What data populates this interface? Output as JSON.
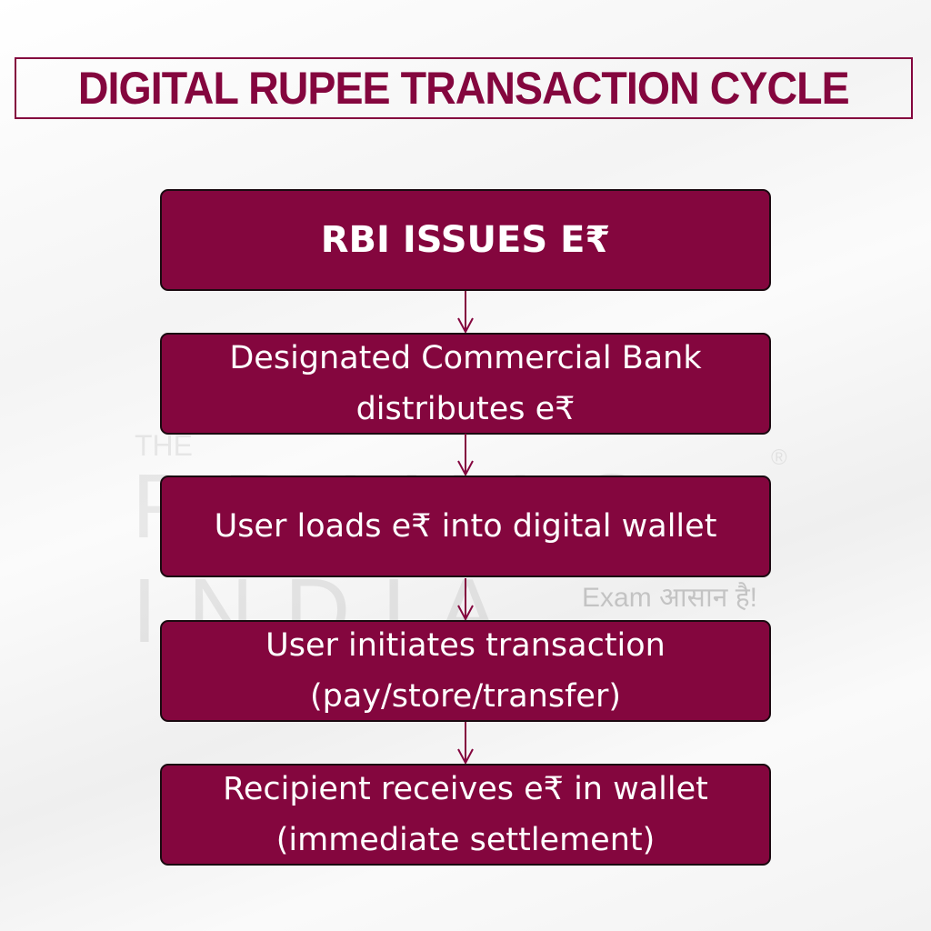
{
  "title": "DIGITAL RUPEE TRANSACTION CYCLE",
  "watermark": {
    "the": "THE",
    "brand": "PRAYAS INDIA",
    "registered": "®",
    "tagline": "Exam आसान है!"
  },
  "steps": [
    {
      "lines": [
        "RBI ISSUES E₹"
      ]
    },
    {
      "lines": [
        "Designated Commercial Bank",
        "distributes e₹"
      ]
    },
    {
      "lines": [
        "User loads e₹ into digital wallet"
      ]
    },
    {
      "lines": [
        "User initiates transaction",
        "(pay/store/transfer)"
      ]
    },
    {
      "lines": [
        "Recipient receives e₹ in wallet",
        "(immediate settlement)"
      ]
    }
  ],
  "colors": {
    "accent": "#84063e",
    "text_on_accent": "#ffffff"
  }
}
